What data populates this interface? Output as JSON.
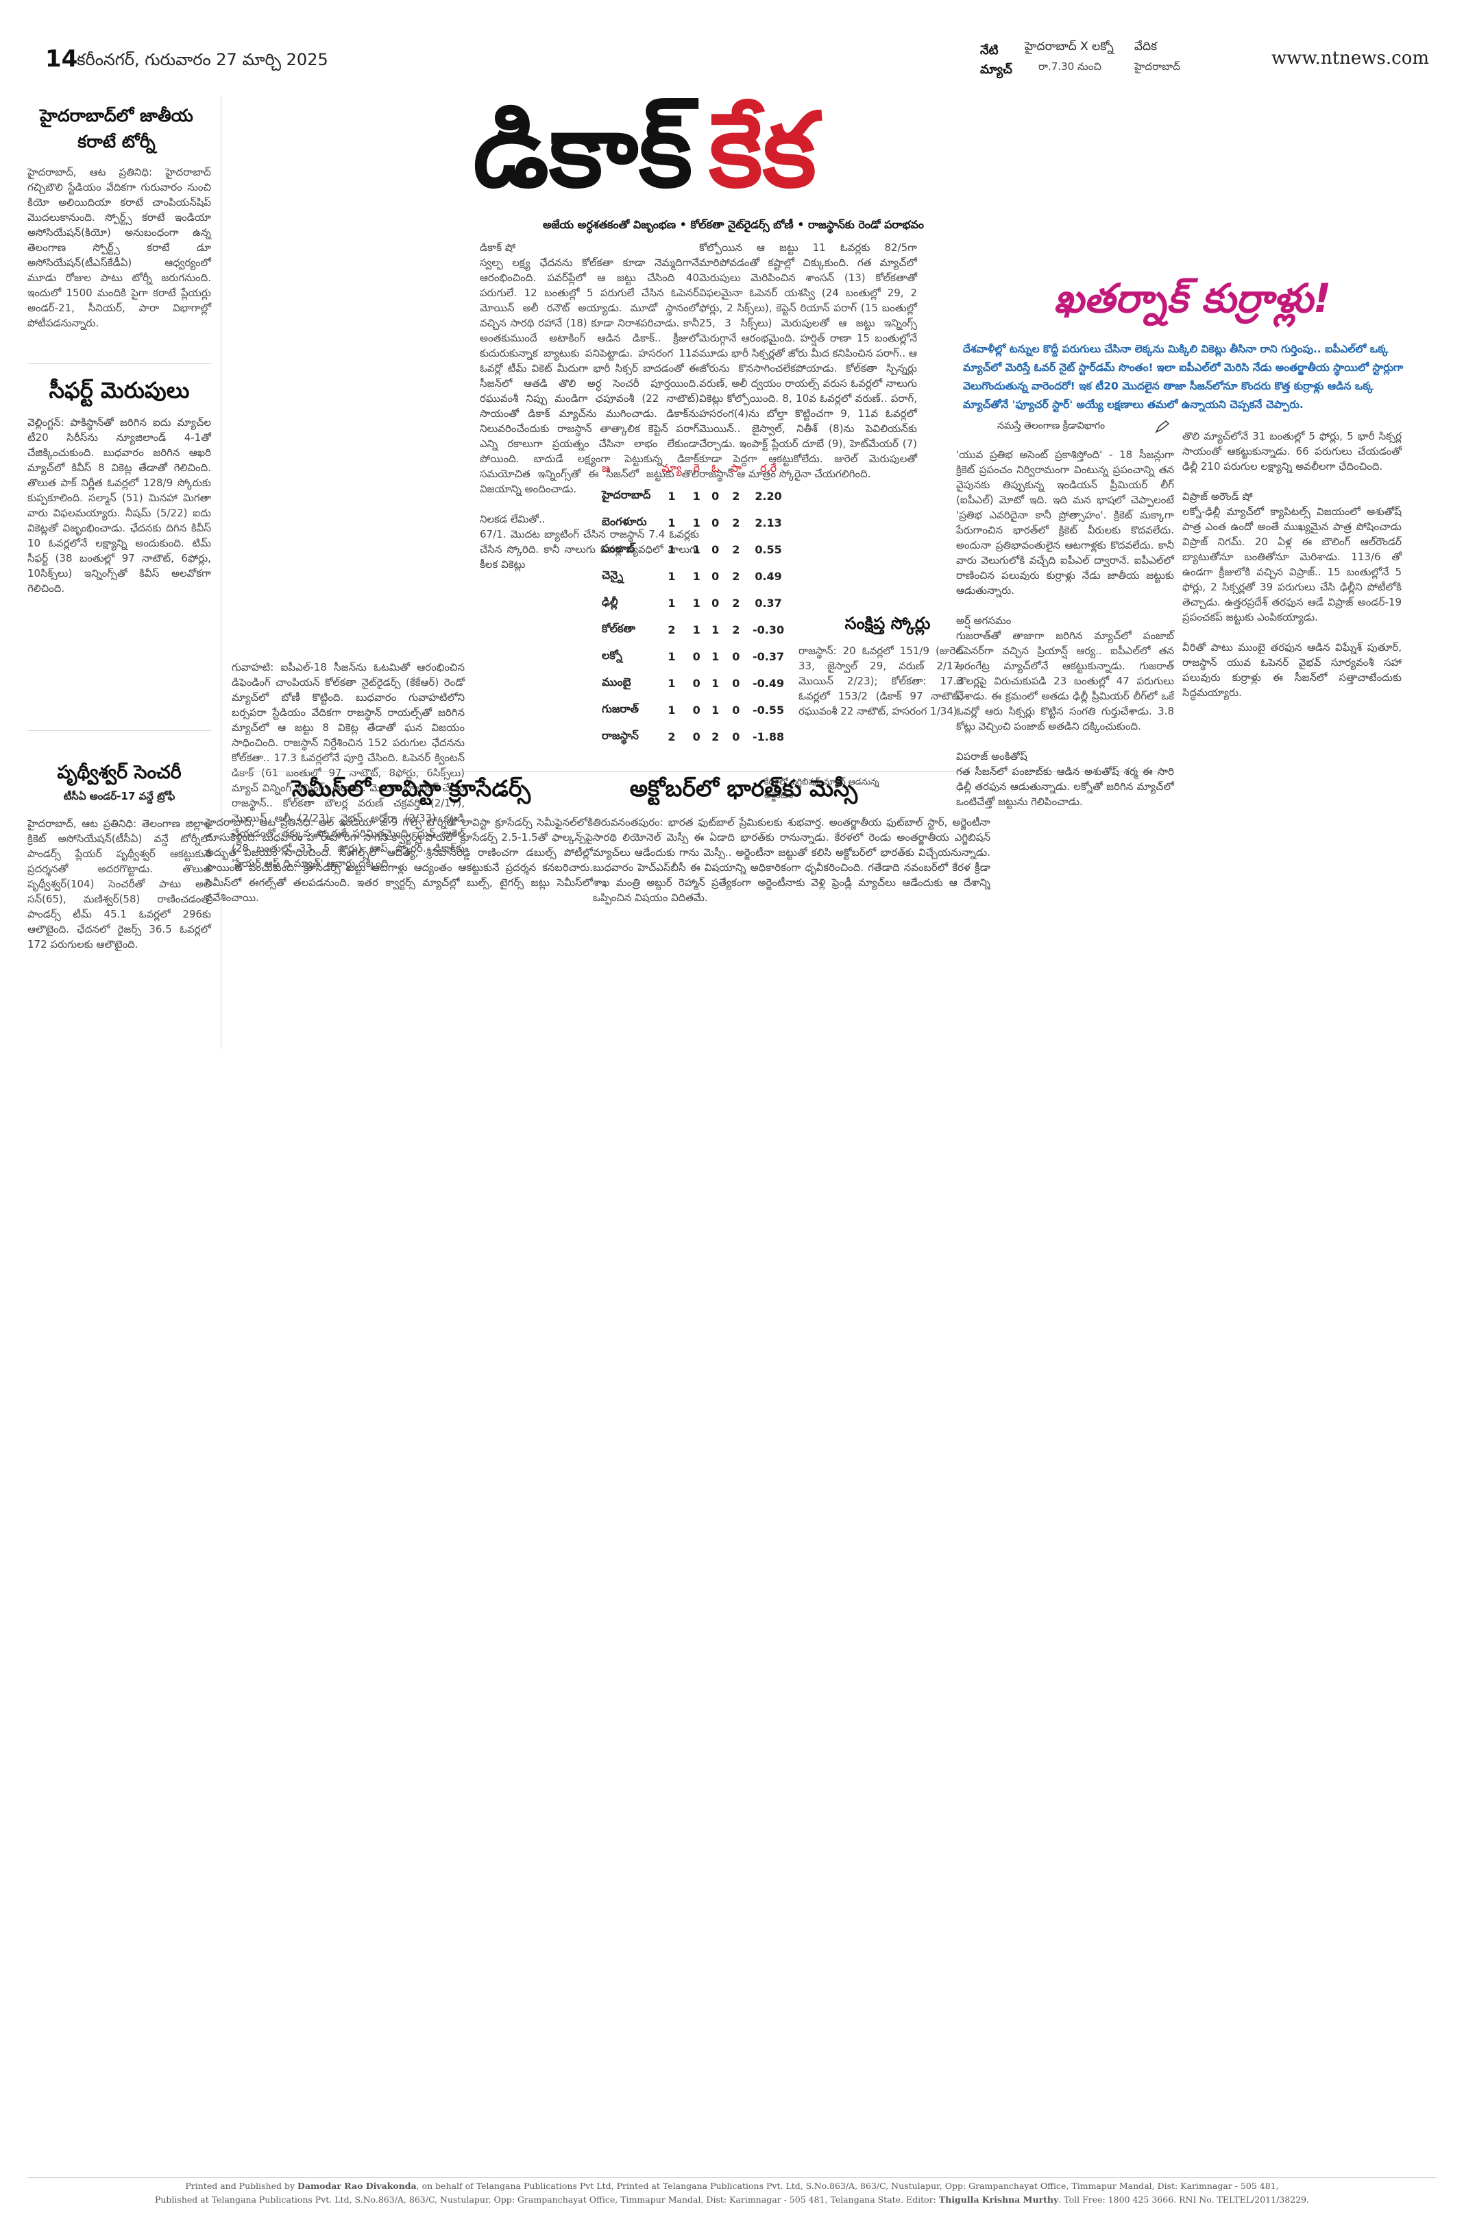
{
  "masthead": {
    "page_no": "14",
    "dateline": "కరీంనగర్, గురువారం 27 మార్చి 2025",
    "website": "www.ntnews.com",
    "today_match_label": "నేటి మ్యాచ్",
    "today_match": "హైదరాబాద్ X లక్నో",
    "match_time": "రా.7.30 నుంచి",
    "venue_label": "వేదిక",
    "venue": "హైదరాబాద్"
  },
  "left_col": {
    "story1": {
      "headline": "హైదరాబాద్‌లో జాతీయ కరాటే టోర్నీ",
      "body": "హైదరాబాద్, ఆట ప్రతినిధి: హైదరాబాద్ గచ్చిబౌలి స్టేడియం వేదికగా గురువారం నుంచి కియో అలియిదియా కరాటే చాంపియన్‌షిప్ మొదలుకానుంది. స్పోర్ట్స్ కరాటే ఇండియా అసోసియేషన్(కియో) అనుబంధంగా ఉన్న తెలంగాణ స్పోర్ట్స్ కరాటే డూ అసోసియేషన్(టీఎస్‌కేడీఏ) ఆధ్వర్యంలో మూడు రోజుల పాటు టోర్నీ జరుగనుంది. ఇందులో 1500 మందికి పైగా కరాటే ప్లేయర్లు అండర్-21, సీనియర్, పారా విభాగాల్లో పోటీపడనున్నారు."
    },
    "story2": {
      "headline": "సీఫర్ట్ మెరుపులు",
      "body": "వెల్లింగ్టన్: పాకిస్థాన్‌తో జరిగిన ఐదు మ్యాచ్‌ల టీ20 సిరీస్‌ను న్యూజిలాండ్ 4-1తో చేజిక్కించుకుంది. బుధవారం జరిగిన ఆఖరి మ్యాచ్‌లో కివీస్ 8 వికెట్ల తేడాతో గెలిచింది. తొలుత పాక్ నిర్ణీత ఓవర్లలో 128/9 స్కోరుకు కుప్పకూలింది. సల్మాన్ (51) మినహా మిగతా వారు విఫలమయ్యారు. నీషమ్ (5/22) ఐదు వికెట్లతో విజృంభించాడు. ఛేదనకు దిగిన కివీస్ 10 ఓవర్లలోనే లక్ష్యాన్ని అందుకుంది. టిమ్ సీఫర్ట్ (38 బంతుల్లో 97 నాటౌట్, 6ఫోర్లు, 10సిక్స్‌లు) ఇన్నింగ్స్‌తో కివీస్ అలవోకగా గెలిచింది."
    },
    "story3": {
      "headline": "పృథ్వీశ్వర్ సెంచరీ",
      "kicker": "టీసీఏ అండర్-17 వన్డే ట్రోఫీ",
      "body": "హైదరాబాద్, ఆట ప్రతినిధి: తెలంగాణ జిల్లాల క్రికెట్ అసోసియేషన్(టీసీఏ) వన్డే టోర్నీలో పాండర్స్ ప్లేయర్ పృథ్వీశ్వర్ ఆకట్టుకునే ప్రదర్శనతో అదరగొట్టాడు. తొలుత పృథ్వీశ్వర్(104) సెంచరీతో పాటు అలి సన్(65), మణిశ్వర్(58) రాణించడంతో పాండర్స్ టీమ్ 45.1 ఓవర్లలో 296కు ఆలౌటైంది. ఛేదనలో రైజర్స్ 36.5 ఓవర్లలో 172 పరుగులకు ఆలౌటైంది."
    }
  },
  "main_story": {
    "headline_part1": "డికాక్",
    "headline_part2": "కేక",
    "subhead": "అజేయ అర్ధశతకంతో విజృంభణ • కోల్‌కతా నైట్‌రైడర్స్ బోణీ • రాజస్థాన్‌కు రెండో పరాభవం",
    "col1": "డికాక్ షో\nస్వల్ప లక్ష్య ఛేదనను కోల్‌కతా కూడా నెమ్మదిగానే ఆరంభించింది. పవర్‌ప్లేలో ఆ జట్టు చేసింది 40 పరుగులే. 12 బంతుల్లో 5 పరుగులే చేసిన ఓపెనర్ మోయిన్ అలీ రనౌట్ అయ్యాడు. మూడో స్థానంలో వచ్చిన సారథి రహానే (18) కూడా నిరాశపరిచాడు. కానీ అంతకుముందే అటాకింగ్ ఆడిన డికాక్.. క్రీజులో కుదురుకున్నాక బ్యాటుకు పనిపెట్టాడు. హసరంగ 11వ ఓవర్లో టీమ్ వికెట్ మీదుగా భారీ సిక్సర్ బాదడంతో ఈ సీజన్‌లో ఆతడి తొలి అర్ధ సెంచరీ పూర్తయింది. రఘువంశీ నిప్పు మండిగా ఛపూవంశీ (22 నాటౌట్) సాయంతో డికాక్ మ్యాచ్‌ను ముగించాడు. డికాక్‌ను నిలువరించేందుకు రాజస్థాన్ తాత్కాలిక కెప్టెన్ పరాగ్ ఎన్ని రకాలుగా ప్రయత్నం చేసినా లాభం లేకుండా పోయింది. బాదుడే లక్ష్యంగా పెట్టుకున్న డికాక్ సమయోచిత ఇన్నింగ్స్‌తో ఈ సీజన్‌లో జట్టుకు తొలి విజయాన్ని అందించాడు.\n\nనిలకడ లేమితో..\n67/1. మొదట బ్యాటింగ్ చేసిన రాజస్థాన్ 7.4 ఓవర్లకు చేసిన స్కోరిది. కానీ నాలుగు ఓవర్ల వ్యవధిలో నాలుగు కీలక వికెట్లు",
    "col2": "కోల్పోయిన ఆ జట్టు 11 ఓవర్లకు 82/5గా మారిపోవడంతో కష్టాల్లో చిక్కుకుంది. గత మ్యాచ్‌లో మెరుపులు మెరిపించిన శాంసన్ (13) కోల్‌కతాతో విఫలమైనా ఓపెనర్ యశస్వి (24 బంతుల్లో 29, 2 ఫోర్లు, 2 సిక్స్‌లు), కెప్టెన్ రియాన్ పరాగ్ (15 బంతుల్లో 25, 3 సిక్స్‌లు) మెరుపులతో ఆ జట్టు ఇన్నింగ్స్ మెరుగ్గానే ఆరంభమైంది. హర్షిత్ రాణా 15 బంతుల్లోనే మూడు భారీ సిక్సర్లతో జోరు మీద కనిపించిన పరాగ్.. ఆ జోరును కొనసాగించలేకపోయాడు. కోల్‌కతా స్పిన్నర్లు వరుణ్, అలీ ద్వయం రాయల్స్ వరుస ఓవర్లలో నాలుగు వికెట్లు కోల్పోయింది. 8, 10వ ఓవర్లలో వరుణ్.. పరాగ్, హసరంగ(4)ను బోల్తా కొట్టించగా 9, 11వ ఓవర్లలో మొయిన్.. జైస్వాల్, నితీశ్ (8)ను పెవిలియన్‌కు చేర్చాడు. ఇంపాక్ట్ ప్లేయర్ దూబే (9), హెట్‌మేయర్ (7) కూడా పెద్దగా ఆకట్టుకోలేదు. జురెల్ మెరుపులతో రాజస్థాన్ ఆ మాత్రం స్కోరైనా చేయగలిగింది."
  },
  "points_table": {
    "headers": [
      "జ",
      "మ్యా",
      "గె",
      "ఓ",
      "పా",
      "ర.రే"
    ],
    "rows": [
      {
        "team": "హైదరాబాద్",
        "m": "1",
        "w": "1",
        "l": "0",
        "p": "2",
        "nrr": "2.20"
      },
      {
        "team": "బెంగళూరు",
        "m": "1",
        "w": "1",
        "l": "0",
        "p": "2",
        "nrr": "2.13"
      },
      {
        "team": "పంజాబ్",
        "m": "1",
        "w": "1",
        "l": "0",
        "p": "2",
        "nrr": "0.55"
      },
      {
        "team": "చెన్నై",
        "m": "1",
        "w": "1",
        "l": "0",
        "p": "2",
        "nrr": "0.49"
      },
      {
        "team": "ఢిల్లీ",
        "m": "1",
        "w": "1",
        "l": "0",
        "p": "2",
        "nrr": "0.37"
      },
      {
        "team": "కోల్‌కతా",
        "m": "2",
        "w": "1",
        "l": "1",
        "p": "2",
        "nrr": "-0.30"
      },
      {
        "team": "లక్నో",
        "m": "1",
        "w": "0",
        "l": "1",
        "p": "0",
        "nrr": "-0.37"
      },
      {
        "team": "ముంబై",
        "m": "1",
        "w": "0",
        "l": "1",
        "p": "0",
        "nrr": "-0.49"
      },
      {
        "team": "గుజరాత్",
        "m": "1",
        "w": "0",
        "l": "1",
        "p": "0",
        "nrr": "-0.55"
      },
      {
        "team": "రాజస్థాన్",
        "m": "2",
        "w": "0",
        "l": "2",
        "p": "0",
        "nrr": "-1.88"
      }
    ]
  },
  "scores_box": {
    "title": "సంక్షిప్త స్కోర్లు",
    "body": "రాజస్థాన్: 20 ఓవర్లలో 151/9 (జురెల్ 33, జైస్వాల్ 29, వరుణ్ 2/17, మొయిన్ 2/23); కోల్‌కతా: 17.3 ఓవర్లలో 153/2 (డికాక్ 97 నాటౌట్, రఘువంశీ 22 నాటౌట్, హసరంగ 1/34)"
  },
  "middle_story": {
    "intro": "గువాహటి: ఐపీఎల్-18 సీజన్‌ను ఓటమితో ఆరంభించిన డిఫెండింగ్ చాంపియన్ కోల్‌కతా నైట్‌రైడర్స్ (కేకేఆర్) రెండో మ్యాచ్‌లో బోణీ కొట్టింది. బుధవారం గువాహటిలోని బర్సపరా స్టేడియం వేదికగా రాజస్థాన్ రాయల్స్‌తో జరిగిన మ్యాచ్‌లో ఆ జట్టు 8 వికెట్ల తేడాతో ఘన విజయం సాధించింది. రాజస్థాన్ నిర్దేశించిన 152 పరుగుల ఛేదనను కోల్‌కతా.. 17.3 ఓవర్లలోనే పూర్తి చేసింది. ఓపెనర్ క్వింటన్ డికాక్ (61 బంతుల్లో 97 నాటౌట్, 8ఫోర్లు, 6సిక్స్‌లు) మ్యాచ్ విన్నింగ్ ఇన్నింగ్స్ ఆడాడు. మొదట బ్యాటింగ్ చేసిన రాజస్థాన్.. కోల్‌కతా బౌలర్ల వరుణ్ చక్రవర్తి (2/17), మొయిన్ అలీ (2/23), వైభవ్ అరోరా (2/33) కట్టడి చేయడంతో తక్కువ స్కోరుకే పరిమితమైంది. ధ్రువ్ జురెల్ (28 బంతుల్లో 33, 5 ఫోర్లు) టాప్ స్కోరర్. డికాక్‌కు 'ప్లేయర్ ఆఫ్ ది మ్యాచ్' అవార్డు దక్కింది."
  },
  "right_feature": {
    "headline": "ఖతర్నాక్ కుర్రాళ్లు!",
    "deck": "దేశవాళీల్లో టన్నుల కొద్దీ పరుగులు చేసినా లెక్కను మిక్కిలి వికెట్లు తీసినా రాని గుర్తింపు.. ఐపీఎల్‌లో ఒక్క మ్యాచ్‌లో మెరిస్తే ఓవర్ నైట్ స్టార్‌డమ్ సొంతం! ఇలా ఐపీఎల్‌లో మెరిసి నేడు అంతర్జాతీయ స్థాయిలో స్టార్లుగా వెలుగొందుతున్న వారెందరో! ఇక టీ20 మొదలైన తాజా సీజన్‌లోనూ కొందరు కొత్త కుర్రాళ్లు ఆడిన ఒక్క మ్యాచ్‌తోనే 'ఫ్యూచర్ స్టార్' అయ్యే లక్షణాలు తమలో ఉన్నాయని చెప్పకనే చెప్పారు.",
    "byline": "నమస్తే తెలంగాణ క్రీడావిభాగం",
    "col1": "'యువ ప్రతిభ అసెంట్ ప్రకాశిస్తోంది' - 18 సీజన్లుగా క్రికెట్ ప్రపంచం నిర్విరామంగా వింటున్న ప్రపంచాన్ని తన వైపునకు తిప్పుకున్న ఇండియన్ ప్రీమియర్ లీగ్ (ఐపీఎల్) మోటో ఇది. ఇది మన భాషలో చెప్పాలంటే 'ప్రతిభ ఎవరిదైనా కానీ ప్రోత్సాహం'. క్రికెట్ మక్కాగా పేరుగాంచిన భారత్‌లో క్రికెట్ వీరులకు కొదవలేదు. అందునా ప్రతిభావంతులైన ఆటగాళ్లకు కొదవలేదు. కానీ వారు వెలుగులోకి వచ్చేది ఐపీఎల్ ద్వారానే. ఐపీఎల్‌లో రాణించిన పలువురు కుర్రాళ్లు నేడు జాతీయ జట్టుకు ఆడుతున్నారు.\n\nఅర్ష్ అగసమం\nగుజరాత్‌తో తాజాగా జరిగిన మ్యాచ్‌లో పంజాబ్ ఓపెనర్‌గా వచ్చిన ప్రియాన్ష్ ఆర్య.. ఐపీఎల్‌లో తన అరంగేట్ర మ్యాచ్‌లోనే ఆకట్టుకున్నాడు. గుజరాత్ బౌలర్లపై విరుచుకుపడి 23 బంతుల్లో 47 పరుగులు చేశాడు. ఈ క్రమంలో అతడు ఢిల్లీ ప్రీమియర్ లీగ్‌లో ఒకే ఓవర్లో ఆరు సిక్సర్లు కొట్టిన సంగతి గుర్తుచేశాడు. 3.8 కోట్లు వెచ్చించి పంజాబ్ అతడిని దక్కించుకుంది.\n\nవిపరాజ్ అంకితోష్\nగత సీజన్‌లో పంజాబ్‌కు ఆడిన అశుతోష్ శర్మ ఈ సారి ఢిల్లీ తరఫున ఆడుతున్నాడు. లక్నోతో జరిగిన మ్యాచ్‌లో ఒంటిచేత్తో జట్టును గెలిపించాడు.",
    "col2": "తొలి మ్యాచ్‌లోనే 31 బంతుల్లో 5 ఫోర్లు, 5 భారీ సిక్సర్ల సాయంతో ఆకట్టుకున్నాడు. 66 పరుగులు చేయడంతో ఢిల్లీ 210 పరుగుల లక్ష్యాన్ని అవలీలగా ఛేదించింది.\n\nవిప్రాజ్ అరౌండ్ షో\nలక్నో-ఢిల్లీ మ్యాచ్‌లో క్యాపిటల్స్ విజయంలో అశుతోష్ పాత్ర ఎంత ఉందో అంతే ముఖ్యమైన పాత్ర పోషించాడు విప్రాజ్ నిగమ్. 20 ఏళ్ల ఈ బౌలింగ్ ఆల్‌రౌండర్ బ్యాటుతోనూ బంతితోనూ మెరిశాడు. 113/6 తో ఉండగా క్రీజులోకి వచ్చిన విప్రాజ్.. 15 బంతుల్లోనే 5 ఫోర్లు, 2 సిక్సర్లతో 39 పరుగులు చేసి ఢిల్లీని పోటీలోకి తెచ్చాడు. ఉత్తరప్రదేశ్ తరఫున ఆడే విప్రాజ్ అండర్-19 ప్రపంచకప్ జట్టుకు ఎంపికయ్యాడు.\n\nవీరితో పాటు ముంబై తరఫున ఆడిన విఘ్నేశ్ పుతూర్, రాజస్థాన్ యువ ఓపెనర్ వైభవ్ సూర్యవంశీ సహా పలువురు కుర్రాళ్లు ఈ సీజన్‌లో సత్తాచాటేందుకు సిద్ధమయ్యారు."
  },
  "sub_story1": {
    "headline": "సెమీస్‌లో లావిస్టా క్రూసేడర్స్",
    "body": "హైదరాబాద్, ఆట ప్రతినిధి: ఆల్ ఇండియా జీ-9 గోల్ఫ్ టోర్నీలో లావిస్టా క్రూసేడర్స్ సెమీఫైనల్‌లోకి దూసుకెళ్లింది. బుధవారం హోరాహోరీగా సాగిన క్వార్టర్స్ పోరులో క్రూసేడర్స్ 2.5-1.5తో ఫాల్కన్స్‌పై అద్భుత విజయం సాధించింది. సింగిల్స్‌లో ఆదిత్య, శ్రీనివాస్‌రెడ్డి రాణించగా డబుల్స్ పోటీల్లో పాయింట్ పంచుకుంది. క్రూసేడర్స్ జట్టు ఆటగాళ్లు ఆద్యంతం ఆకట్టుకునే ప్రదర్శన కనబరిచారు. సెమీస్‌లో ఈగల్స్‌తో తలపడనుంది. ఇతర క్వార్టర్స్ మ్యాచ్‌ల్లో బుల్స్, టైగర్స్ జట్లు సెమీస్‌లో ప్రవేశించాయి."
  },
  "sub_story2": {
    "headline": "అక్టోబర్‌లో భారత్‌కు మెస్సీ",
    "kicker": "కేరళలో ఎగ్జిబిషన్ మ్యాచ్ ఆడనున్న అర్జెంటీనా",
    "body": "తిరువనంతపురం: భారత ఫుట్‌బాల్ ప్రేమికులకు శుభవార్త. అంతర్జాతీయ ఫుట్‌బాల్ స్టార్, అర్జెంటీనా సారథి లియోనెల్ మెస్సీ ఈ ఏడాది భారత్‌కు రానున్నాడు. కేరళలో రెండు అంతర్జాతీయ ఎగ్జిబిషన్ మ్యాచ్‌లు ఆడేందుకు గాను మెస్సీ.. అర్జెంటీనా జట్టుతో కలిసి అక్టోబర్‌లో భారత్‌కు విచ్చేయనున్నాడు. బుధవారం హెచ్‌ఎస్‌బీసీ ఈ విషయాన్ని అధికారికంగా ధృవీకరించింది. గతేడాది నవంబర్‌లో కేరళ క్రీడా శాఖ మంత్రి అబ్దుర్ రెహ్మాన్ ప్రత్యేకంగా అర్జెంటీనాకు వెళ్లి ఫ్రెండ్లీ మ్యాచ్‌లు ఆడేందుకు ఆ దేశాన్ని ఒప్పించిన విషయం విదితమే."
  },
  "footer": {
    "line1_a": "Printed and Published by ",
    "publisher": "Damodar Rao Divakonda",
    "line1_b": ", on behalf of Telangana Publications Pvt Ltd, Printed at Telangana Publications Pvt. Ltd, S.No.863/A, 863/C, Nustulapur, Opp: Grampanchayat Office, Timmapur Mandal, Dist: Karimnagar - 505 481,",
    "line2_a": "Published at Telangana Publications Pvt. Ltd, S.No.863/A, 863/C, Nustulapur, Opp: Grampanchayat Office, Timmapur Mandal, Dist: Karimnagar - 505 481, Telangana State.   Editor: ",
    "editor": "Thigulla Krishna Murthy",
    "line2_b": ". Toll Free: 1800 425 3666. RNI No. TELTEL/2011/38229."
  },
  "colors": {
    "accent_red": "#d21f2b",
    "headline_magenta": "#c2187a",
    "deck_blue": "#1f66b0"
  }
}
